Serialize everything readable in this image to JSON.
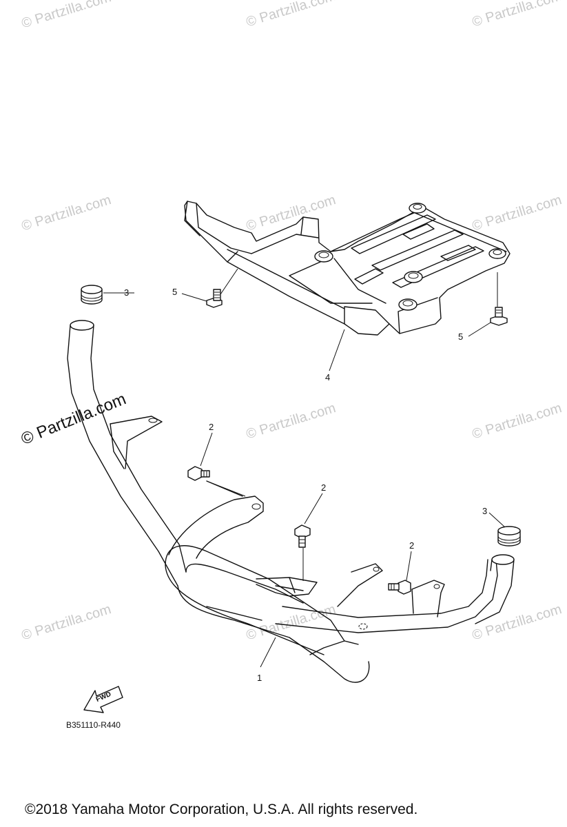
{
  "watermark": "© Partzilla.com",
  "callouts": {
    "guard_pipe": "1",
    "bolt_a": "2",
    "bolt_b": "2",
    "bolt_c": "2",
    "cap_left": "3",
    "cap_right": "3",
    "skid_plate": "4",
    "screw_left": "5",
    "screw_right": "5"
  },
  "fwd_label": "FWD",
  "diagram_code": "B351110-R440",
  "copyright": "©2018  Yamaha Motor Corporation, U.S.A. All rights reserved."
}
